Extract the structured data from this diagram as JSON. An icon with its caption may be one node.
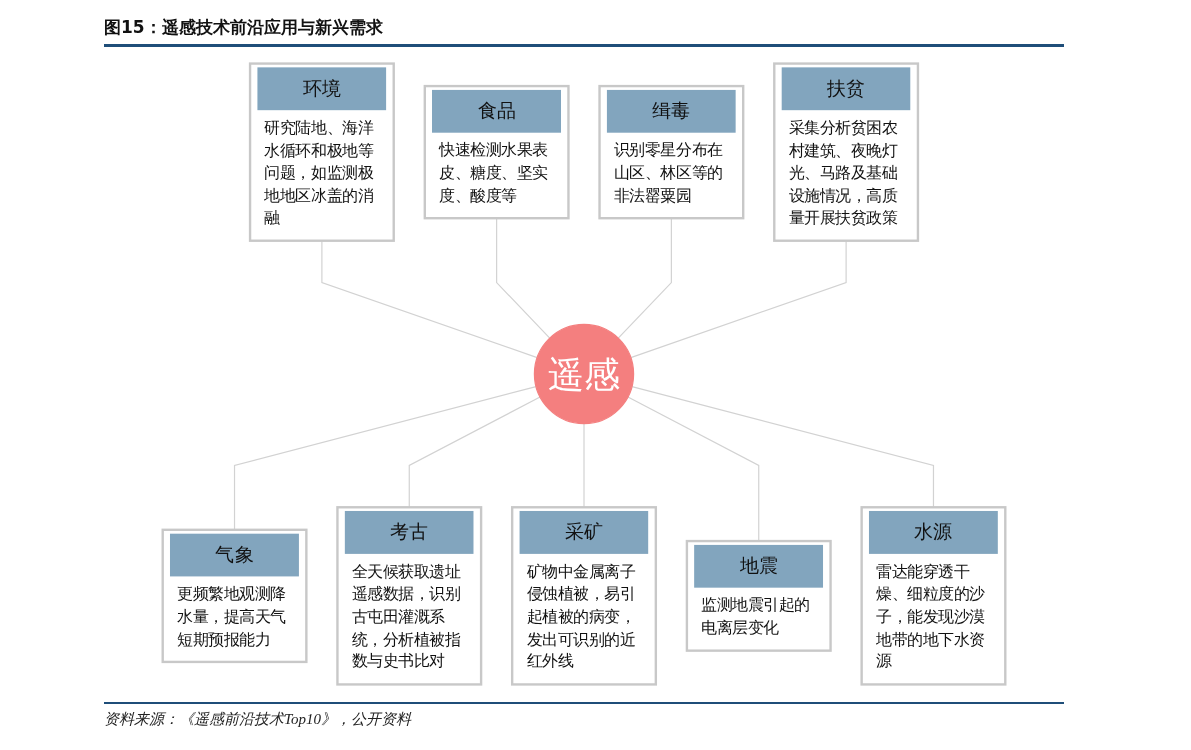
{
  "diagram": {
    "title": "图15：遥感技术前沿应用与新兴需求",
    "caption": "资料来源：《遥感前沿技术Top10》，公开资料",
    "nodes": [
      {
        "text": [
          "遥感"
        ]
      },
      {
        "text": [
          "环境",
          "研究陆地、海洋水循环和极地等问题，如监测极地地区冰盖的消融"
        ]
      },
      {
        "text": [
          "食品",
          "快速检测水果表皮、糖度、坚实度、酸度等"
        ]
      },
      {
        "text": [
          "缉毒",
          "识别零星分布在山区、林区等的非法罂粟园"
        ]
      },
      {
        "text": [
          "扶贫",
          "采集分析贫困农村建筑、夜晚灯光、马路及基础设施情况，高质量开展扶贫政策"
        ]
      },
      {
        "text": [
          "气象",
          "更频繁地观测降水量，提高天气短期预报能力"
        ]
      },
      {
        "text": [
          "考古",
          "全天候获取遗址遥感数据，识别古屯田灌溉系统，分析植被指数与史书比对"
        ]
      },
      {
        "text": [
          "采矿",
          "矿物中金属离子侵蚀植被，易引起植被的病变，发出可识别的近红外线"
        ]
      },
      {
        "text": [
          "地震",
          "监测地震引起的电离层变化"
        ]
      },
      {
        "text": [
          "水源",
          "雷达能穿透干燥、细粒度的沙子，能发现沙漠地带的地下水资源"
        ]
      }
    ],
    "edges": [
      {
        "from": 1,
        "to": 0,
        "arrow": "none"
      },
      {
        "from": 2,
        "to": 0,
        "arrow": "none"
      },
      {
        "from": 3,
        "to": 0,
        "arrow": "none"
      },
      {
        "from": 4,
        "to": 0,
        "arrow": "none"
      },
      {
        "from": 0,
        "to": 5,
        "arrow": "none"
      },
      {
        "from": 0,
        "to": 6,
        "arrow": "none"
      },
      {
        "from": 0,
        "to": 7,
        "arrow": "none"
      },
      {
        "from": 0,
        "to": 8,
        "arrow": "none"
      },
      {
        "from": 0,
        "to": 9,
        "arrow": "none"
      }
    ]
  }
}
